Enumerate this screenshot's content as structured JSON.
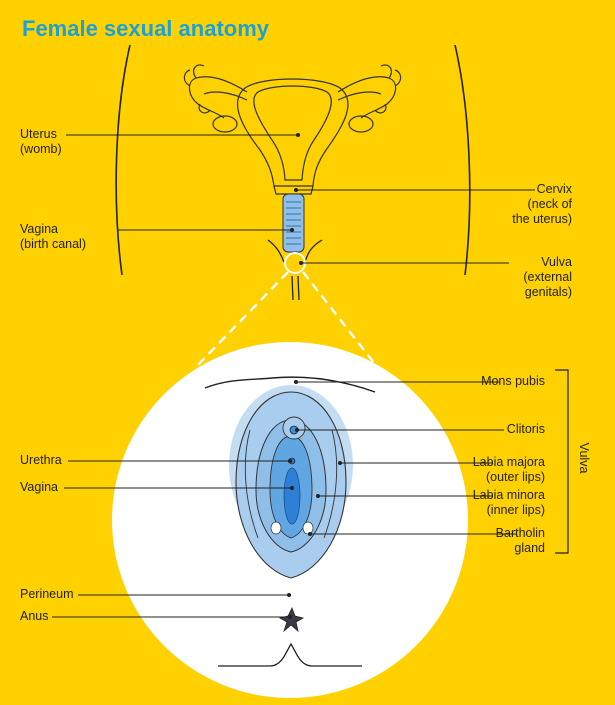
{
  "title": "Female sexual anatomy",
  "colors": {
    "background": "#FFD100",
    "title": "#1AA2D8",
    "tissue_light": "#C5DDF2",
    "tissue_mid": "#8FBFE8",
    "tissue_deep": "#3D8FDA",
    "line": "#222222"
  },
  "labels": {
    "uterus": [
      "Uterus",
      "(womb)"
    ],
    "vagina_upper": [
      "Vagina",
      "(birth canal)"
    ],
    "cervix": [
      "Cervix",
      "(neck of",
      "the uterus)"
    ],
    "vulva_external": [
      "Vulva",
      "(external",
      "genitals)"
    ],
    "mons_pubis": [
      "Mons pubis"
    ],
    "clitoris": [
      "Clitoris"
    ],
    "labia_majora": [
      "Labia majora",
      "(outer lips)"
    ],
    "labia_minora": [
      "Labia minora",
      "(inner lips)"
    ],
    "bartholin": [
      "Bartholin",
      "gland"
    ],
    "urethra": [
      "Urethra"
    ],
    "vagina_lower": [
      "Vagina"
    ],
    "perineum": [
      "Perineum"
    ],
    "anus": [
      "Anus"
    ],
    "vulva_bracket": "Vulva"
  }
}
